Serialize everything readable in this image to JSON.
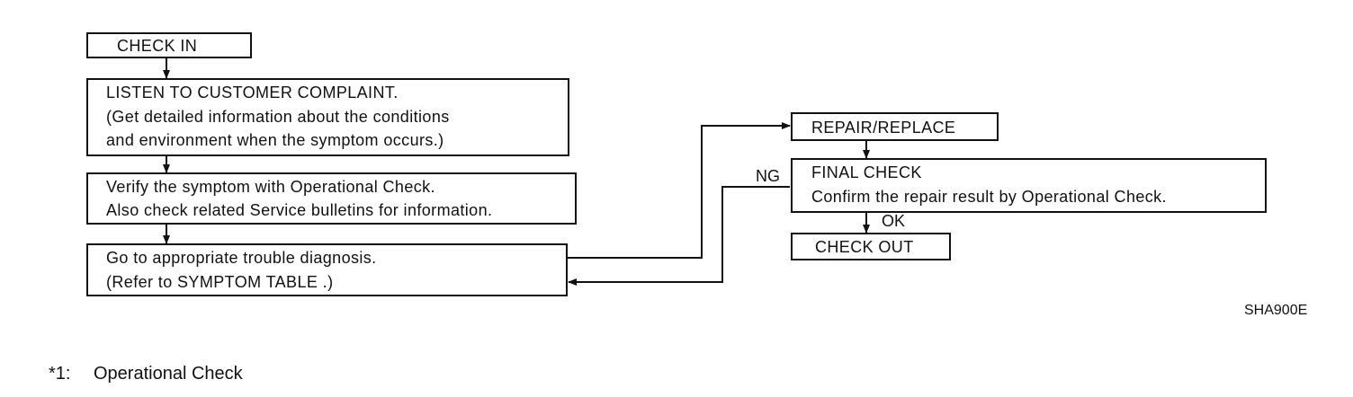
{
  "flowchart": {
    "check_in": "CHECK  IN",
    "listen": {
      "line1": "LISTEN  TO  CUSTOMER  COMPLAINT.",
      "line2": "(Get  detailed  information  about  the  conditions",
      "line3": "and  environment  when  the  symptom  occurs.)"
    },
    "verify": {
      "line1": "Verify  the  symptom  with  Operational  Check.",
      "line2": "Also  check  related  Service  bulletins  for  information."
    },
    "go_to": {
      "line1": "Go  to  appropriate  trouble  diagnosis.",
      "line2": "(Refer  to  SYMPTOM  TABLE .)"
    },
    "repair_replace": "REPAIR/REPLACE",
    "final_check": {
      "line1": "FINAL  CHECK",
      "line2": "Confirm  the  repair  result  by  Operational  Check."
    },
    "check_out": "CHECK  OUT",
    "ng_label": "NG",
    "ok_label": "OK"
  },
  "figure_code": "SHA900E",
  "footnote": {
    "marker": "*1:",
    "text": "Operational Check"
  }
}
